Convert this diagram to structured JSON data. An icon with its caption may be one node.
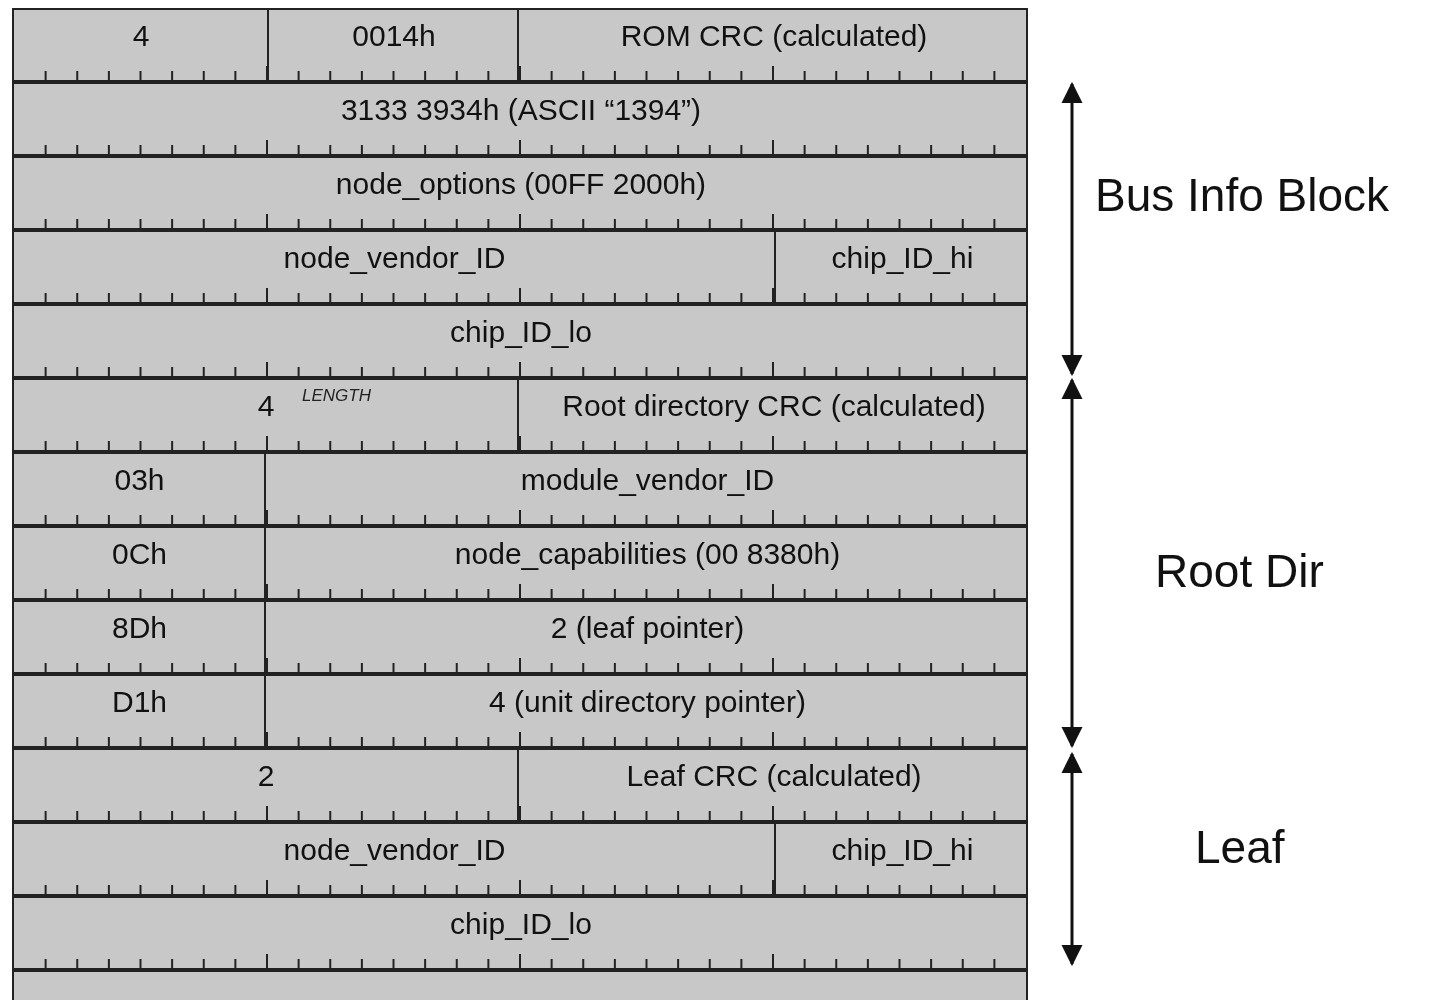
{
  "diagram": {
    "labels": [
      "4",
      "0014h",
      "ROM CRC (calculated)",
      "3133 3934h (ASCII “1394”)",
      "node_options (00FF 2000h)",
      "node_vendor_ID",
      "chip_ID_hi",
      "chip_ID_lo",
      "4",
      "LENGTH",
      "Root directory CRC (calculated)",
      "03h",
      "module_vendor_ID",
      "0Ch",
      "node_capabilities (00 8380h)",
      "8Dh",
      "2 (leaf pointer)",
      "D1h",
      "4 (unit directory pointer)",
      "2",
      "Leaf CRC (calculated)",
      "node_vendor_ID",
      "chip_ID_hi",
      "chip_ID_lo",
      "Bus Info Block",
      "Root Dir",
      "Leaf"
    ]
  }
}
